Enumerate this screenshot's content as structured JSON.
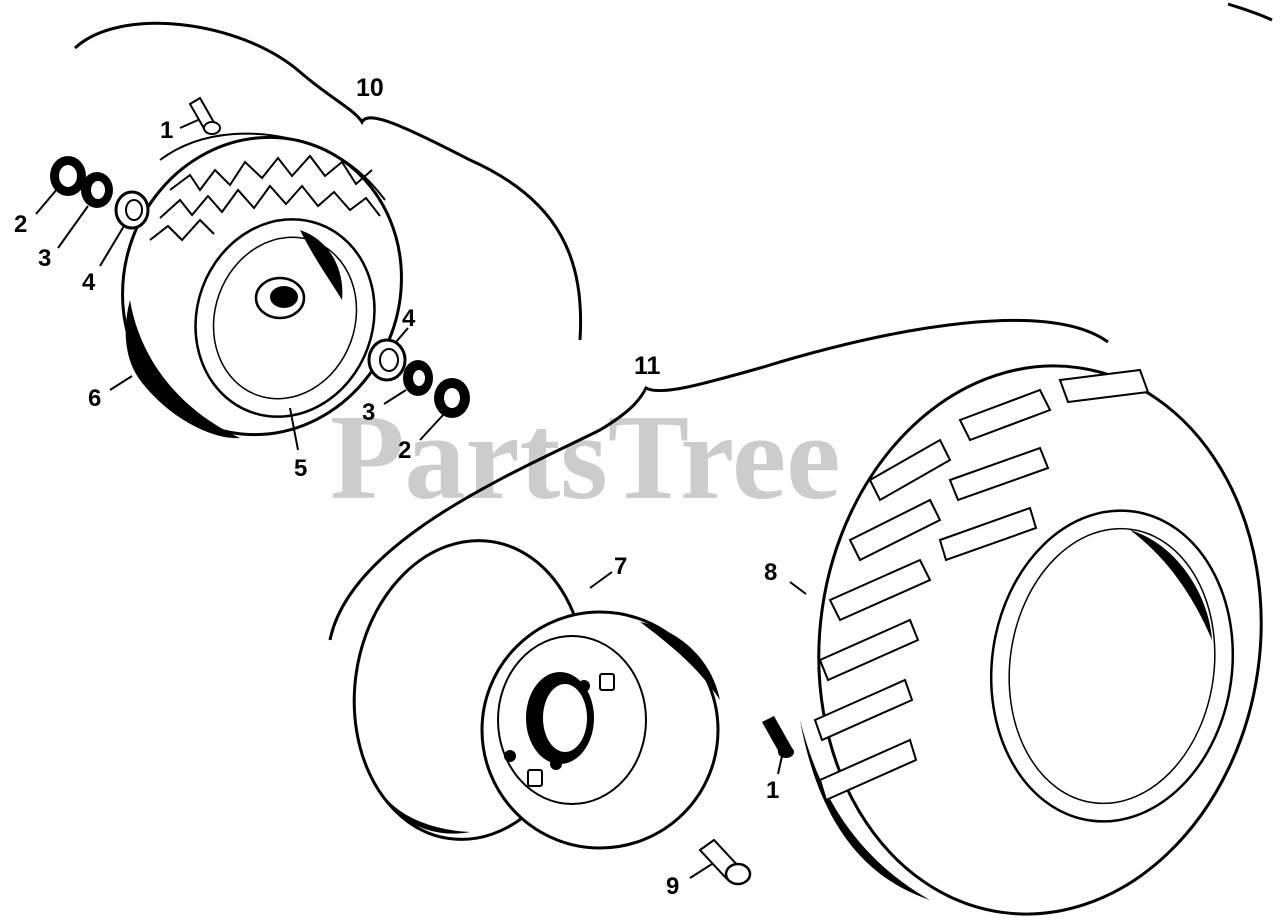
{
  "watermark": "PartsTree",
  "assemblies": [
    {
      "id": "assembly-10",
      "label": "10"
    },
    {
      "id": "assembly-11",
      "label": "11"
    }
  ],
  "callouts": [
    {
      "id": "callout-1-top",
      "label": "1",
      "part": "valve-stem"
    },
    {
      "id": "callout-2-left",
      "label": "2",
      "part": "seal"
    },
    {
      "id": "callout-3-left",
      "label": "3",
      "part": "bearing-cone"
    },
    {
      "id": "callout-4-left",
      "label": "4",
      "part": "bearing-cup"
    },
    {
      "id": "callout-6",
      "label": "6",
      "part": "tire"
    },
    {
      "id": "callout-5",
      "label": "5",
      "part": "rim"
    },
    {
      "id": "callout-4-right",
      "label": "4",
      "part": "bearing-cup"
    },
    {
      "id": "callout-3-right",
      "label": "3",
      "part": "bearing-cone"
    },
    {
      "id": "callout-2-right",
      "label": "2",
      "part": "seal"
    },
    {
      "id": "callout-7",
      "label": "7",
      "part": "wheel-rim"
    },
    {
      "id": "callout-8",
      "label": "8",
      "part": "turf-tire"
    },
    {
      "id": "callout-1-bottom",
      "label": "1",
      "part": "valve-stem"
    },
    {
      "id": "callout-9",
      "label": "9",
      "part": "lug-bolt"
    }
  ]
}
